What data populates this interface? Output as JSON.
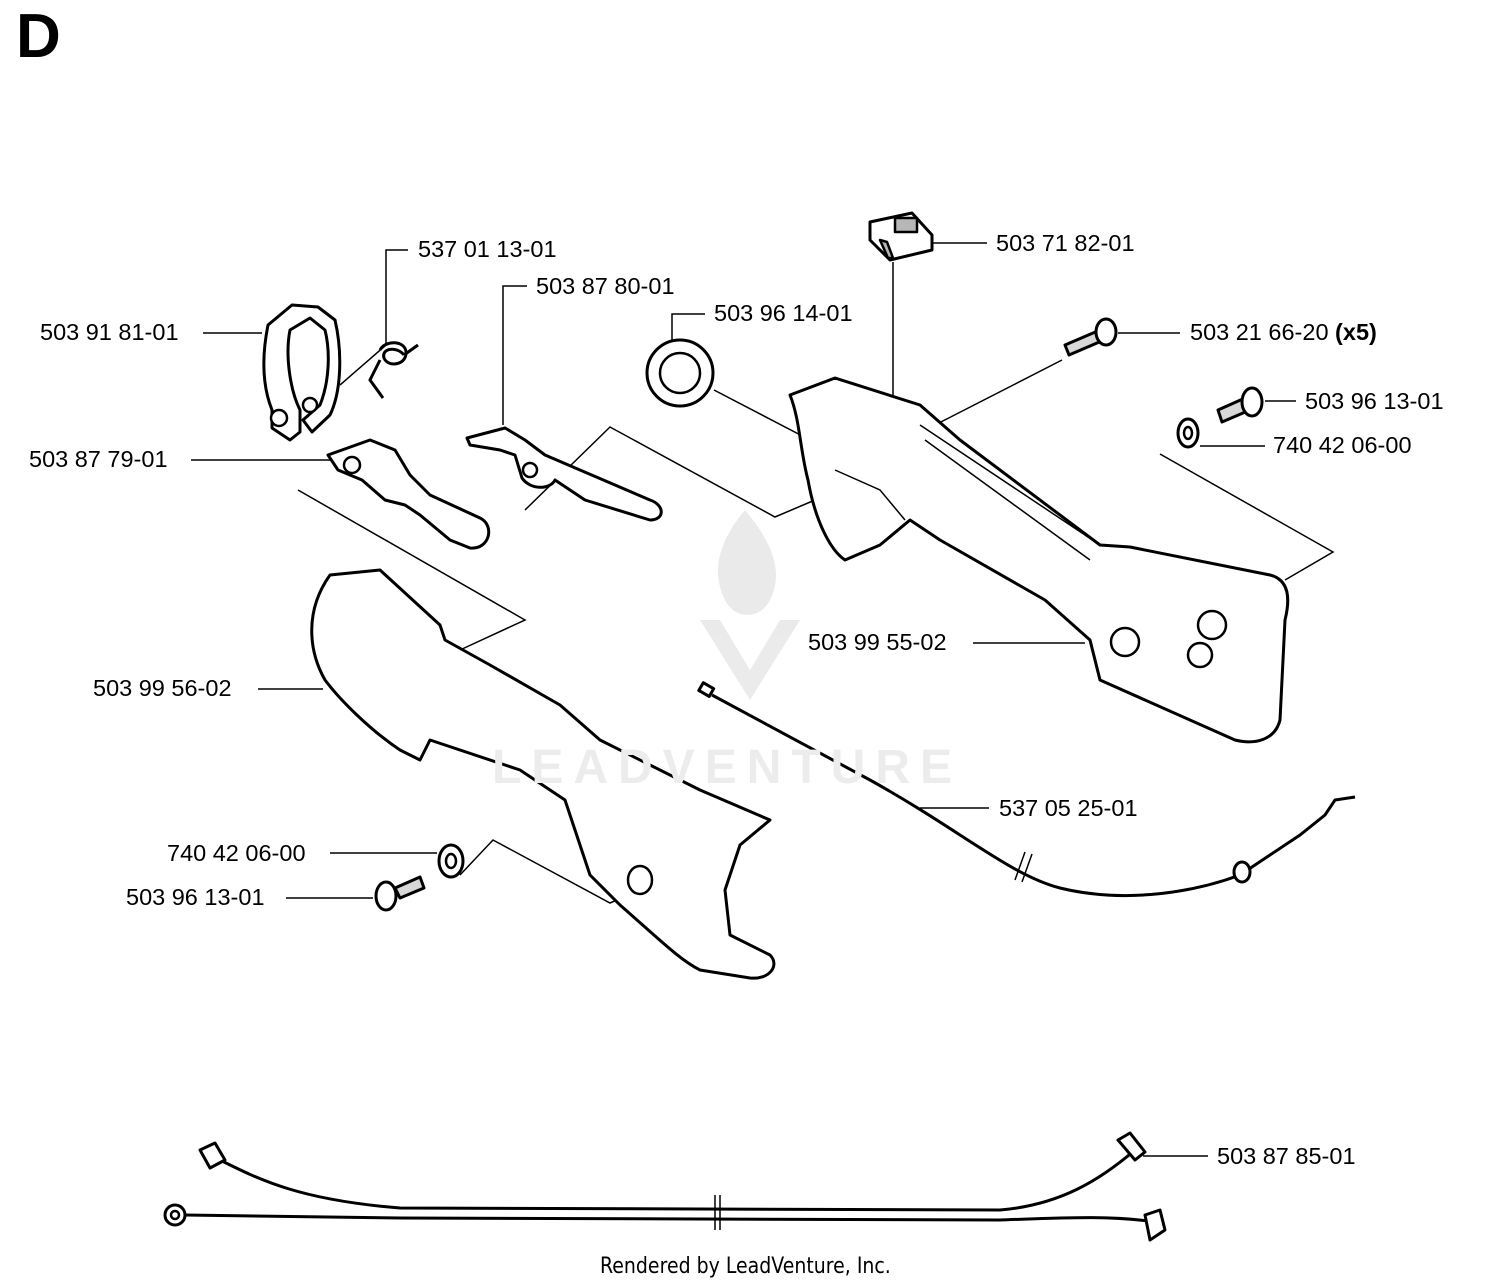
{
  "section_letter": "D",
  "watermark": "LEADVENTURE",
  "footer": "Rendered by LeadVenture, Inc.",
  "parts": [
    {
      "id": "p1",
      "number": "537 01 13-01",
      "qty": ""
    },
    {
      "id": "p2",
      "number": "503 87 80-01",
      "qty": ""
    },
    {
      "id": "p3",
      "number": "503 96 14-01",
      "qty": ""
    },
    {
      "id": "p4",
      "number": "503 71 82-01",
      "qty": ""
    },
    {
      "id": "p5",
      "number": "503 21 66-20",
      "qty": "(x5)"
    },
    {
      "id": "p6",
      "number": "503 91 81-01",
      "qty": ""
    },
    {
      "id": "p7",
      "number": "503 96 13-01",
      "qty": ""
    },
    {
      "id": "p8",
      "number": "740 42 06-00",
      "qty": ""
    },
    {
      "id": "p9",
      "number": "503 87 79-01",
      "qty": ""
    },
    {
      "id": "p10",
      "number": "503 99 55-02",
      "qty": ""
    },
    {
      "id": "p11",
      "number": "503 99 56-02",
      "qty": ""
    },
    {
      "id": "p12",
      "number": "537 05 25-01",
      "qty": ""
    },
    {
      "id": "p13",
      "number": "740 42 06-00",
      "qty": ""
    },
    {
      "id": "p14",
      "number": "503 96 13-01",
      "qty": ""
    },
    {
      "id": "p15",
      "number": "503 87 85-01",
      "qty": ""
    }
  ]
}
